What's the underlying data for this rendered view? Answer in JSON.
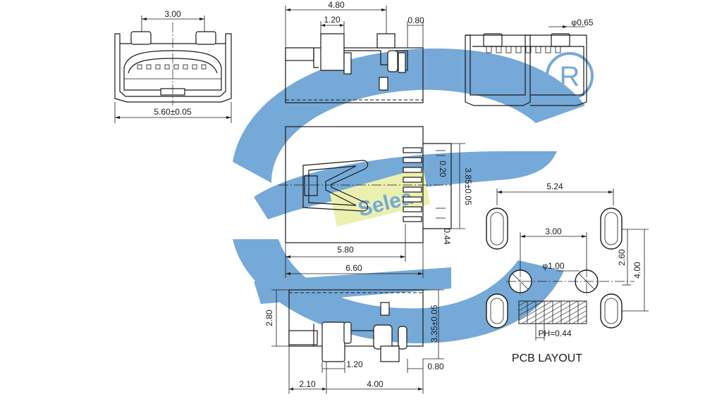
{
  "drawing": {
    "front_view": {
      "dims": {
        "top_width": "3.00",
        "overall_width": "5.60±0.05"
      }
    },
    "side_view_top": {
      "dims": {
        "length": "4.80",
        "slot_width": "1.20",
        "tail": "0.80"
      }
    },
    "rear_view": {
      "dims": {
        "pin_diameter": "φ0.65"
      }
    },
    "plan_view": {
      "dims": {
        "slot_width_total": "3.85±0.05",
        "slot_spacing": "0.20",
        "pin_offset": "0.44",
        "body_length": "5.80",
        "overall_length": "6.60"
      }
    },
    "side_view_bottom": {
      "dims": {
        "height": "2.80",
        "total_height": "3.35±0.05",
        "slot_width": "1.20",
        "tail": "0.80",
        "offset": "2.10",
        "length": "4.00"
      }
    },
    "pcb_layout": {
      "title": "PCB LAYOUT",
      "dims": {
        "outer_span": "5.24",
        "hole_spacing": "3.00",
        "hole_diameter": "φ1.00",
        "pad_height": "2.60",
        "overall_height": "4.00",
        "pitch": "PH=0.44"
      }
    },
    "watermark": {
      "brand": "Selea",
      "mark": "R",
      "color": "#4f91cc",
      "accent": "#e6ec9a"
    }
  }
}
